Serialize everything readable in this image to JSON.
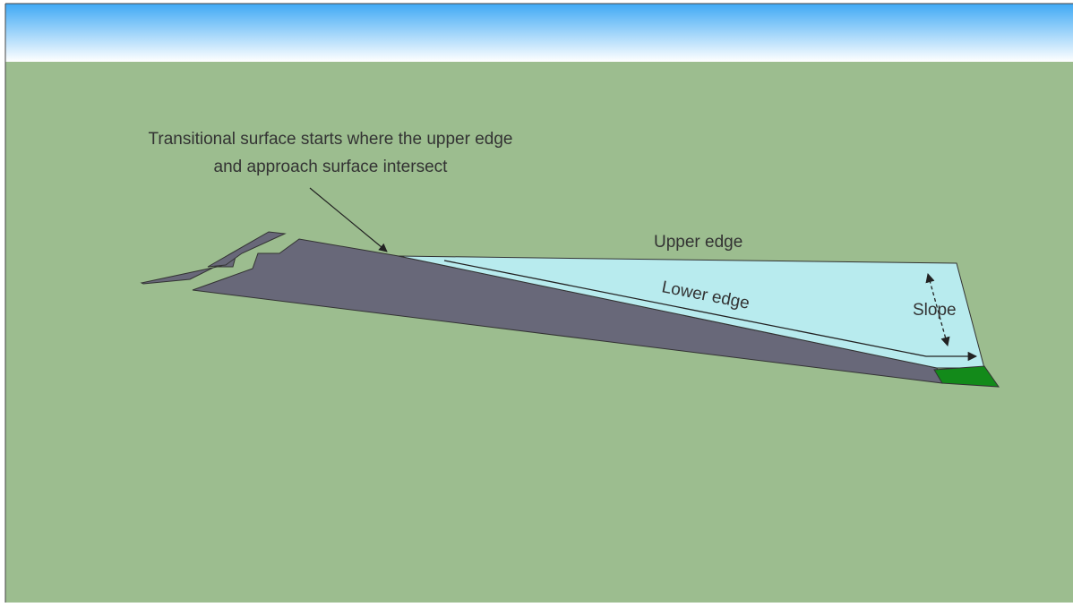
{
  "annotation": {
    "line1": "Transitional surface starts where the upper edge",
    "line2": "and approach surface intersect"
  },
  "labels": {
    "upper_edge": "Upper edge",
    "lower_edge": "Lower edge",
    "slope": "Slope"
  },
  "colors": {
    "sky_top": "#3fa9f5",
    "sky_bottom": "#ffffff",
    "ground": "#9cbd8f",
    "runway_surface": "#686879",
    "transitional_surface": "#b8ebee",
    "runway_end_patch": "#138a1a",
    "outline": "#333333"
  }
}
